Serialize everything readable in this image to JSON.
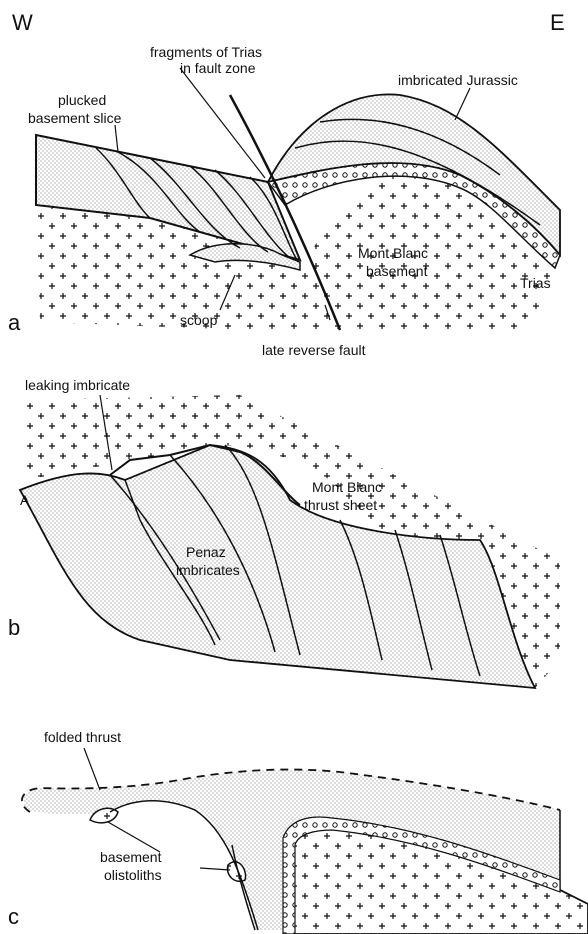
{
  "compass": {
    "west": "W",
    "east": "E"
  },
  "panels": [
    {
      "letter": "a",
      "labels": {
        "fragments_line1": "fragments of Trias",
        "fragments_line2": "in fault zone",
        "imbricated_jurassic": "imbricated Jurassic",
        "plucked_line1": "plucked",
        "plucked_line2": "basement slice",
        "mont_blanc_line1": "Mont Blanc",
        "mont_blanc_line2": "basement",
        "trias": "Trias",
        "scoop": "scoop",
        "late_reverse_fault": "late reverse fault"
      }
    },
    {
      "letter": "b",
      "labels": {
        "leaking_imbricate": "leaking imbricate",
        "point_a": "A",
        "mont_blanc_line1": "Mont Blanc",
        "mont_blanc_line2": "thrust sheet",
        "penaz_line1": "Penaz",
        "penaz_line2": "imbricates"
      }
    },
    {
      "letter": "c",
      "labels": {
        "folded_thrust": "folded thrust",
        "olistoliths_line1": "basement",
        "olistoliths_line2": "olistoliths"
      }
    }
  ]
}
